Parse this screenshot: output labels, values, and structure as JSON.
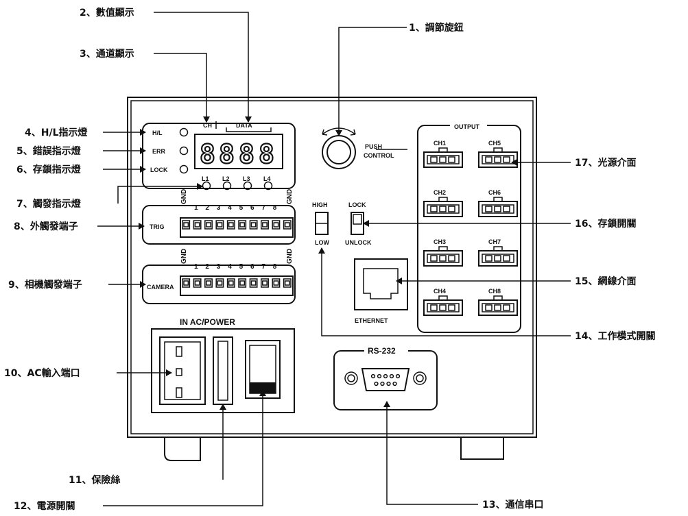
{
  "callouts": {
    "c1": "1、調節旋鈕",
    "c2": "2、數值顯示",
    "c3": "3、通道顯示",
    "c4": "4、H/L指示燈",
    "c5": "5、錯誤指示燈",
    "c6": "6、存鎖指示燈",
    "c7": "7、觸發指示燈",
    "c8": "8、外觸發端子",
    "c9": "9、相機觸發端子",
    "c10": "10、AC輸入端口",
    "c11": "11、保險絲",
    "c12": "12、電源開關",
    "c13": "13、通信串口",
    "c14": "14、工作模式開關",
    "c15": "15、網線介面",
    "c16": "16、存鎖開關",
    "c17": "17、光源介面"
  },
  "panel": {
    "ch_label": "CH",
    "data_label": "DATA",
    "hl_label": "H/L",
    "err_label": "ERR",
    "lock_label": "LOCK",
    "l1": "L1",
    "l2": "L2",
    "l3": "L3",
    "l4": "L4",
    "push_label": "PUSH",
    "control_label": "CONTROL",
    "high_label": "HIGH",
    "low_label": "LOW",
    "lock_switch_label": "LOCK",
    "unlock_label": "UNLOCK",
    "trig_label": "TRIG",
    "camera_label": "CAMERA",
    "gnd_label": "GND",
    "ethernet_label": "ETHERNET",
    "rs232_label": "RS-232",
    "ac_power_label": "IN  AC/POWER",
    "output_label": "OUTPUT",
    "channels": [
      "CH1",
      "CH5",
      "CH2",
      "CH6",
      "CH3",
      "CH7",
      "CH4",
      "CH8"
    ],
    "pin_numbers": [
      "1",
      "2",
      "3",
      "4",
      "5",
      "6",
      "7",
      "8"
    ]
  }
}
